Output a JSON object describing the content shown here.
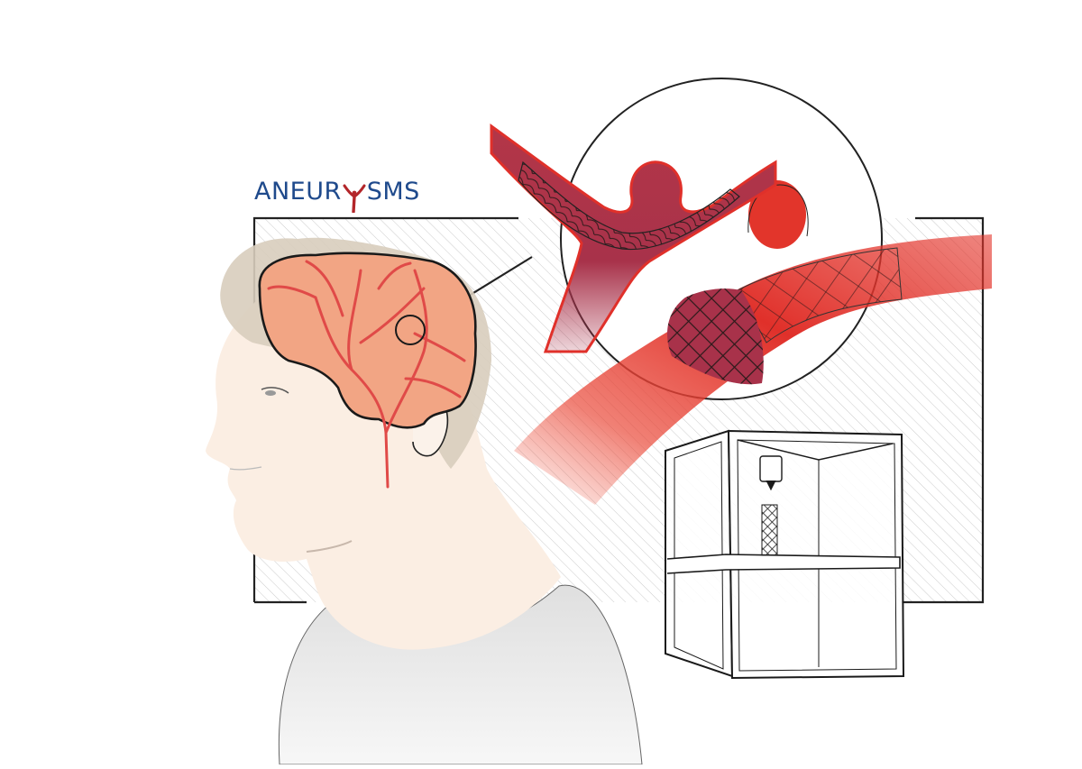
{
  "title": {
    "prefix": "ANEUR",
    "stylized_letter": "Y",
    "suffix": "SMS",
    "full_text": "ANEURYSMS",
    "color": "#1f4a8c",
    "accent_color": "#b3262a"
  },
  "illustration": {
    "subjects": [
      "head-profile-with-brain-vasculature",
      "magnified-callout-circle",
      "bifurcation-aneurysm-with-stent",
      "sidewall-aneurysm-with-stent",
      "3d-printer-printing-stent"
    ],
    "colors": {
      "vessel_red": "#e0302a",
      "vessel_dark": "#a8324a",
      "brain": "#f2a584",
      "skin": "#fbeee3",
      "hair": "#d8cdbd",
      "shirt": "#e3e3e3",
      "outline": "#1a1a1a",
      "panel_hatch": "#9a9a9a"
    }
  }
}
